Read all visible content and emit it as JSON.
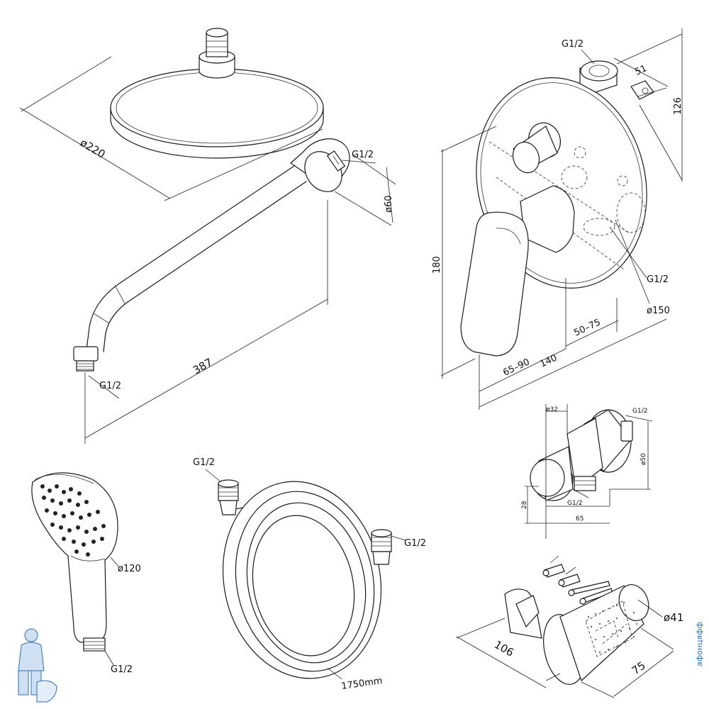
{
  "labels": {
    "shower_head_diameter": "ø220",
    "shower_arm_thread": "G1/2",
    "shower_arm_flange_diameter": "ø60",
    "shower_arm_length": "387",
    "shower_arm_outlet_thread": "G1/2",
    "mixer_top_thread": "G1/2",
    "mixer_bracket_width": "51",
    "mixer_bracket_height": "126",
    "mixer_total_height": "180",
    "mixer_side_thread": "G1/2",
    "mixer_plate_diameter": "ø150",
    "mixer_depth_50_75": "50–75",
    "mixer_depth_65_90": "65–90",
    "mixer_depth_140": "140",
    "outlet_thread_top": "G1/2",
    "outlet_width_32": "ø32",
    "outlet_flange_50": "ø50",
    "outlet_height_28": "28",
    "outlet_thread_bottom": "G1/2",
    "outlet_depth_65": "65",
    "hand_shower_diameter": "ø120",
    "hand_shower_thread": "G1/2",
    "hose_thread_left": "G1/2",
    "hose_thread_right": "G1/2",
    "hose_length": "1750mm",
    "holder_diameter": "ø41",
    "holder_length": "106",
    "holder_depth": "75",
    "watermark": "афонцяфф"
  },
  "colors": {
    "line": "#1a1a1a",
    "watermark": "#2a6fc0"
  }
}
